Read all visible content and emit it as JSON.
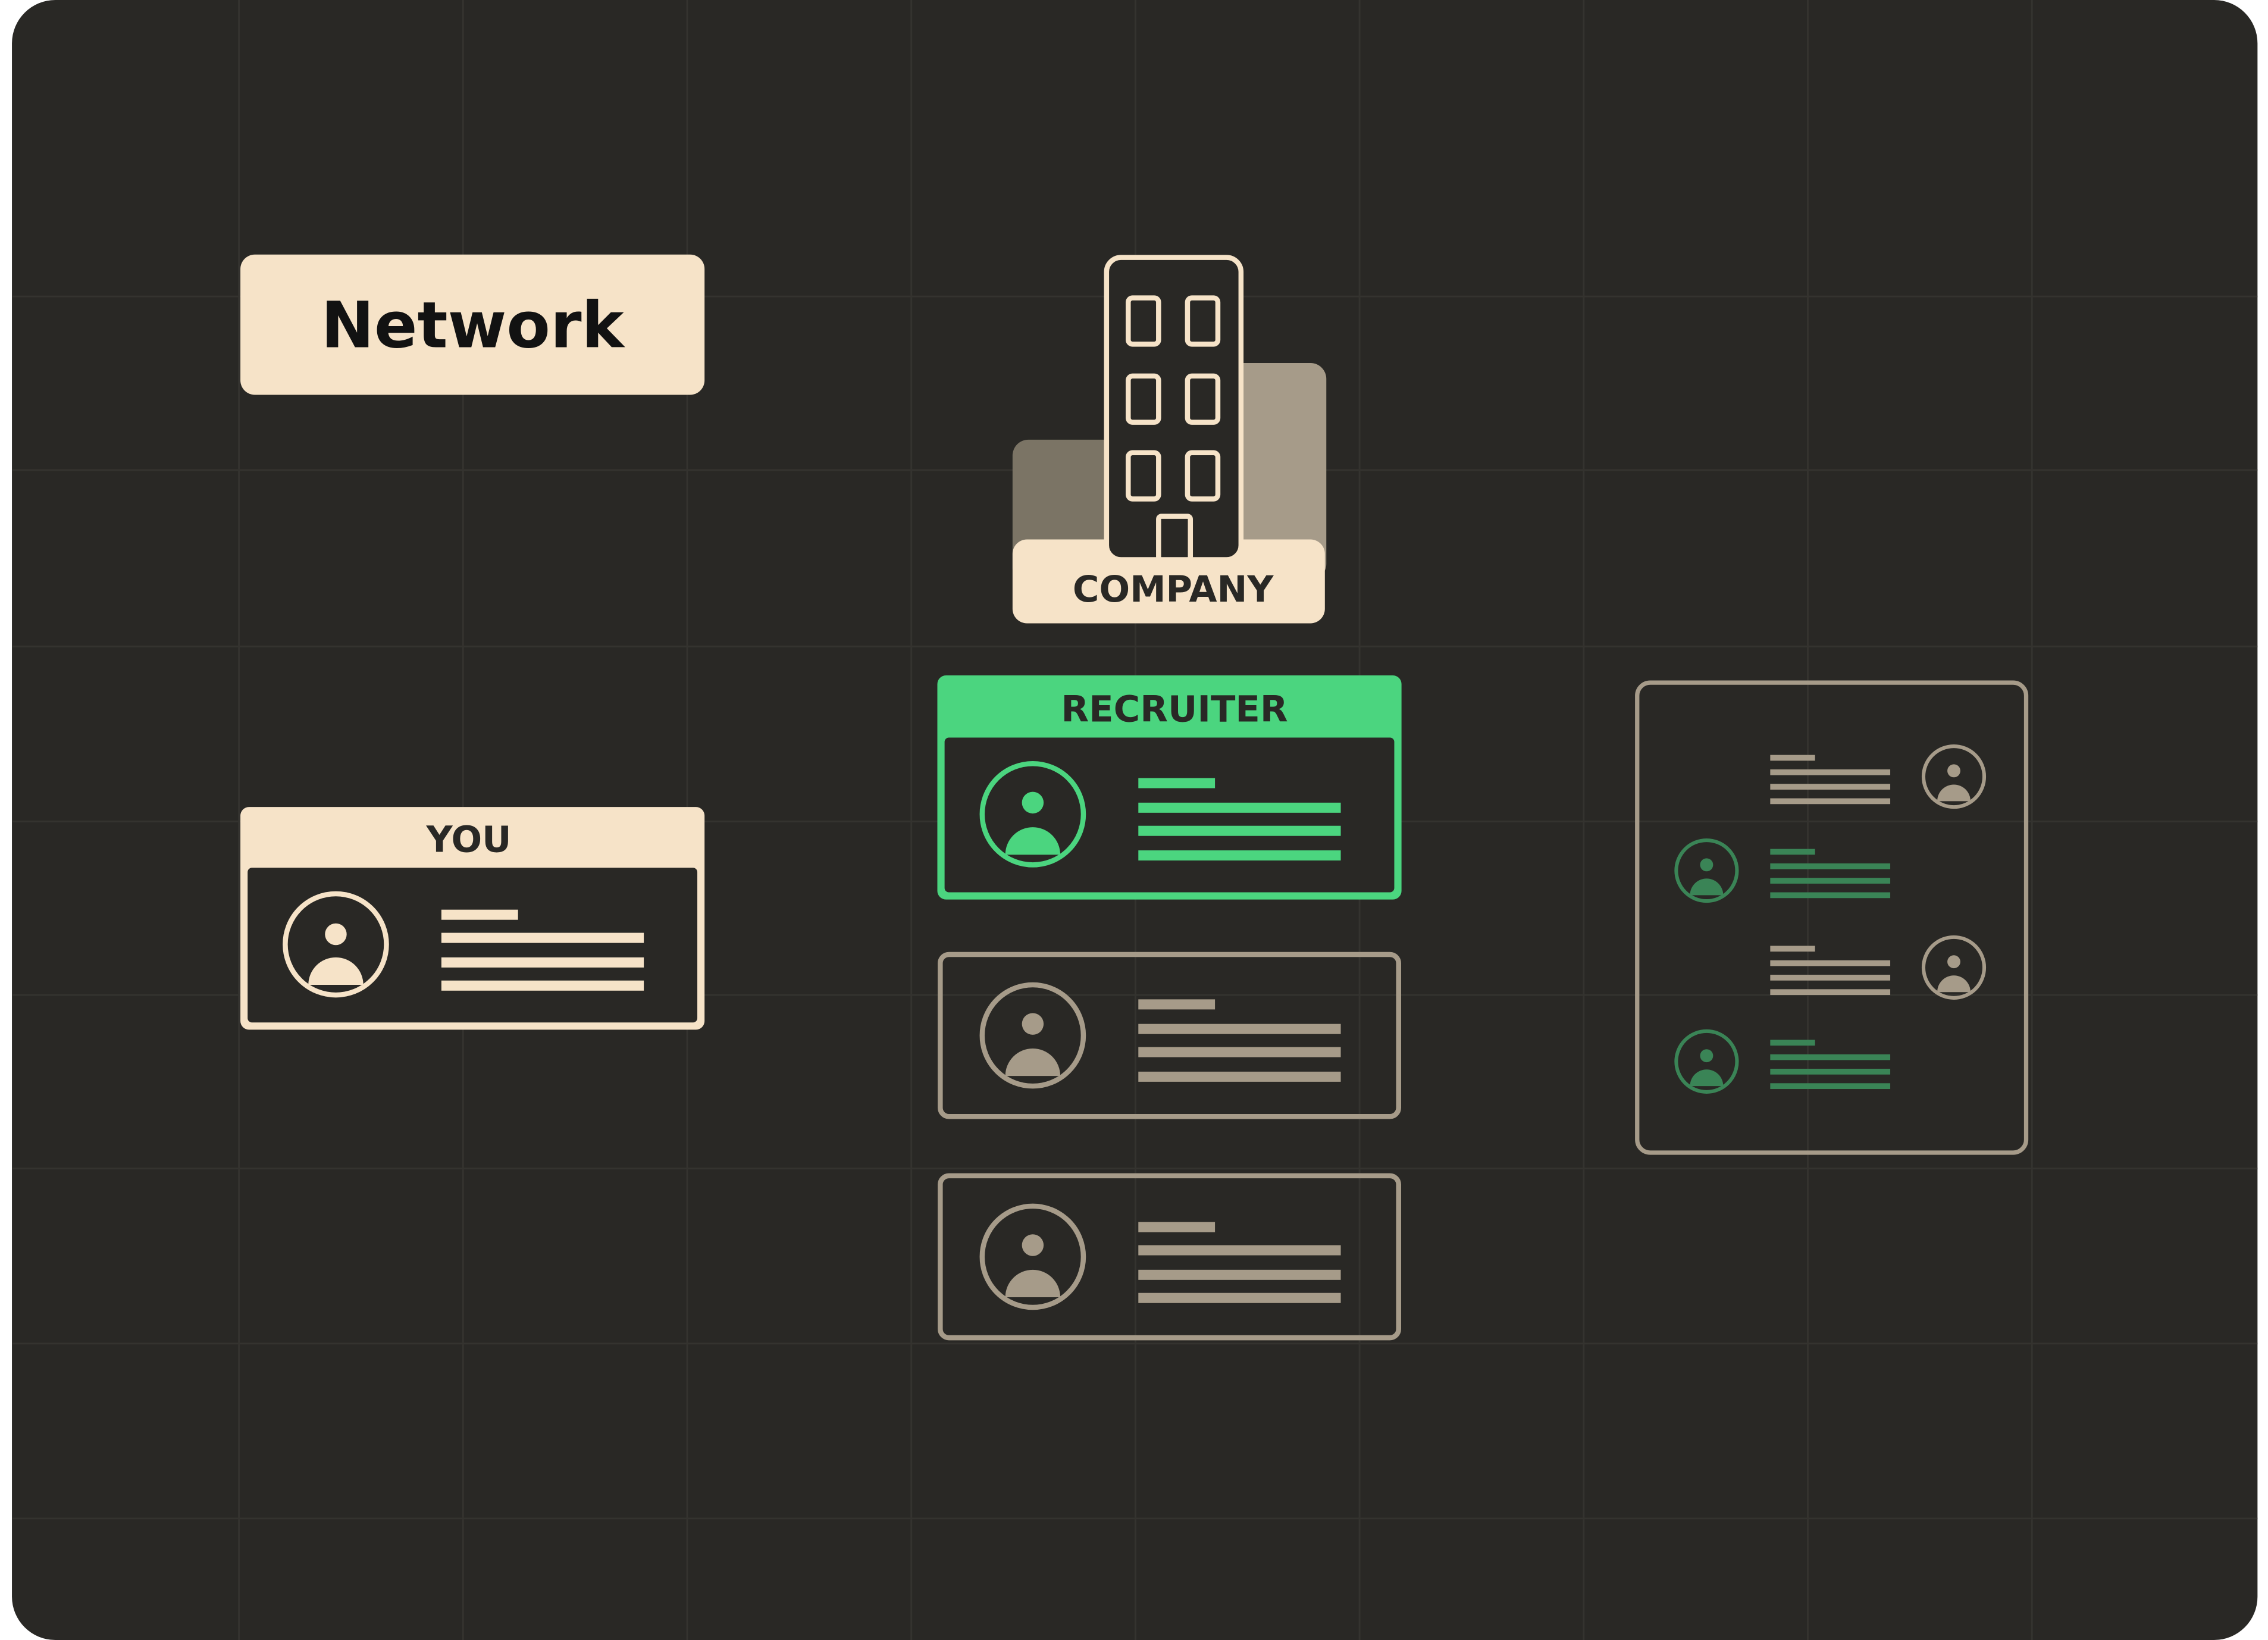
{
  "title": "Network",
  "company": {
    "label": "COMPANY"
  },
  "you_card": {
    "label": "YOU"
  },
  "recruiter_card": {
    "label": "RECRUITER"
  },
  "colors": {
    "background": "#292825",
    "cream": "#f6e3c8",
    "green": "#4bd57f",
    "muted": "#a69b89",
    "dark_green": "#3a8456",
    "building_back_right": "#a69b89",
    "building_back_left": "#7b7465"
  },
  "contact_list": [
    "muted",
    "green",
    "muted",
    "green"
  ]
}
